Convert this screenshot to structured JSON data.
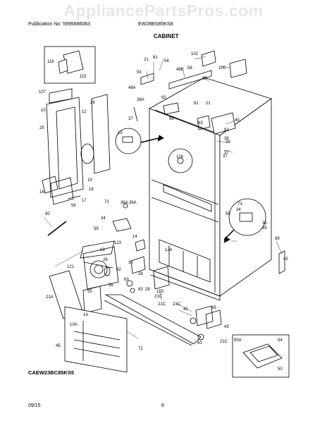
{
  "watermark": "AppliancePartsPros.com",
  "header": {
    "publication": "Publication No: 5995686083",
    "model": "EW28BS85KS8",
    "section_title": "CABINET"
  },
  "model_label": "CAEW23BC85KS5",
  "footer": {
    "date": "09/15",
    "page": "6"
  },
  "callouts": [
    "116",
    "115",
    "102",
    "100",
    "81",
    "58",
    "21",
    "93",
    "48B",
    "58",
    "98",
    "48A",
    "92",
    "107",
    "26",
    "10",
    "12",
    "38A",
    "95",
    "81",
    "21",
    "25",
    "37",
    "93",
    "40",
    "92",
    "15",
    "126",
    "38",
    "37",
    "19",
    "16",
    "18",
    "17",
    "56",
    "90",
    "73",
    "36A",
    "36A",
    "34",
    "59",
    "59",
    "73",
    "36",
    "35",
    "34",
    "14",
    "123",
    "121",
    "124",
    "13",
    "28",
    "89",
    "45",
    "30",
    "42",
    "63",
    "36",
    "55",
    "63",
    "123",
    "21A",
    "1A",
    "10A",
    "21C",
    "21C",
    "28",
    "42",
    "43",
    "43",
    "21C",
    "72",
    "63",
    "21C",
    "50A",
    "54",
    "50",
    "45",
    "28",
    "38",
    "37"
  ]
}
